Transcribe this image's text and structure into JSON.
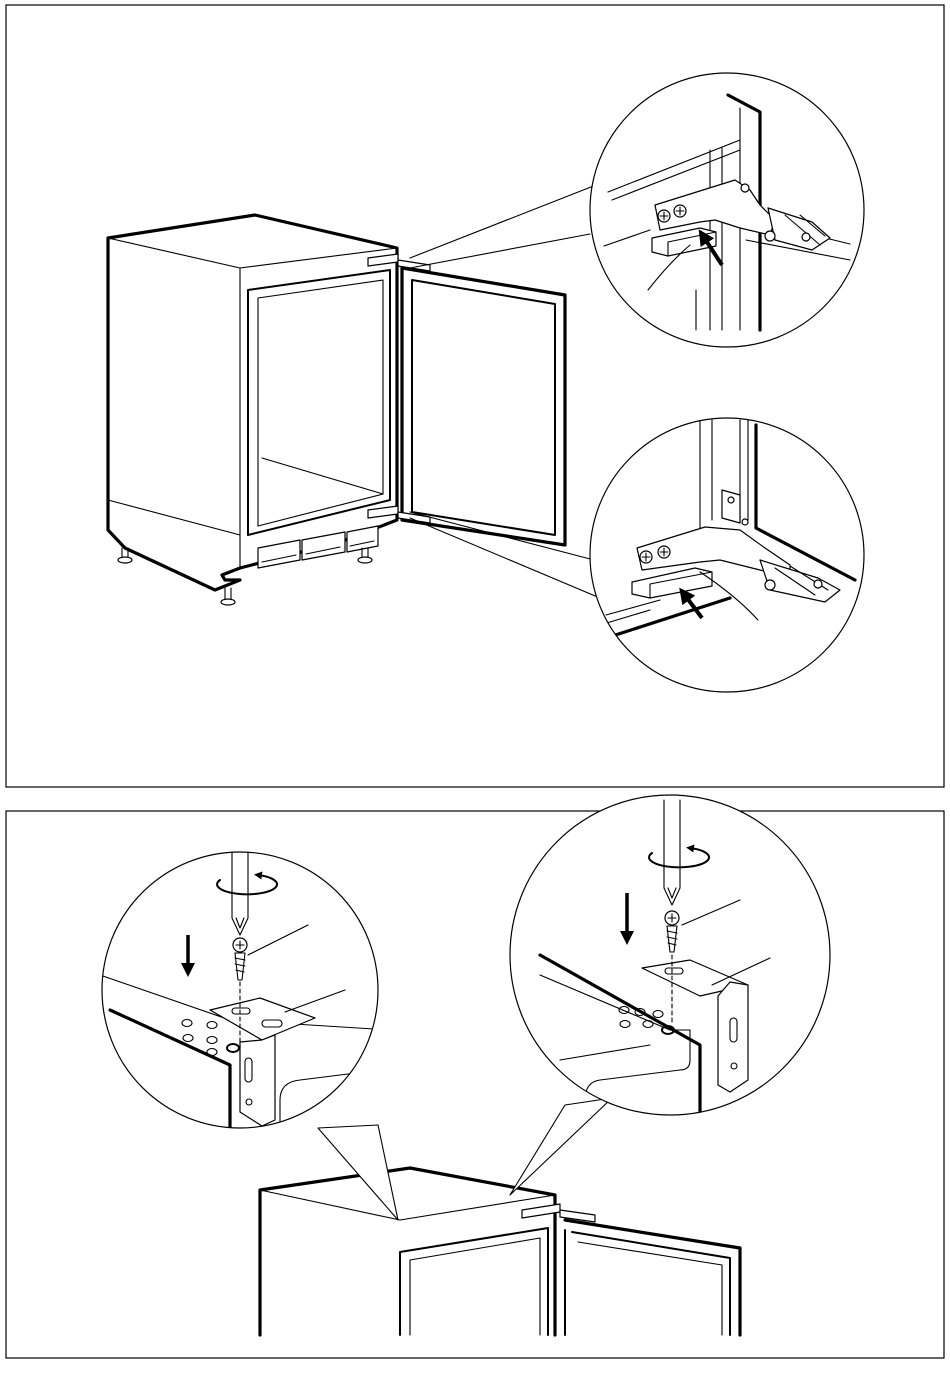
{
  "figure": {
    "panels": [
      {
        "name": "door-hinge-adjustment",
        "magnifiers": 2,
        "arrows": 2
      },
      {
        "name": "top-bracket-fixing",
        "magnifiers": 2,
        "arrows": 2
      }
    ]
  },
  "colors": {
    "line": "#000000",
    "background": "#ffffff"
  }
}
